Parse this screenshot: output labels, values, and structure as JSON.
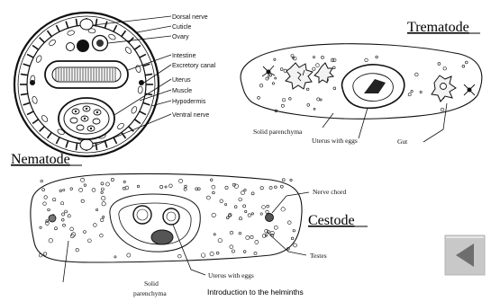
{
  "nematode_cross_section": {
    "labels": [
      "Dorsal nerve",
      "Cuticle",
      "Ovary",
      "Intestine",
      "Excretory canal",
      "Uterus",
      "Muscle",
      "Hypodermis",
      "Ventral nerve"
    ]
  },
  "headings": {
    "trematode": "Trematode",
    "nematode": "Nematode",
    "cestode": "Cestode"
  },
  "trematode_labels": {
    "solid_parenchyma": "Solid parenchyma",
    "uterus_with_eggs": "Uterus with eggs",
    "gut": "Gut"
  },
  "cestode_labels": {
    "nerve_chord": "Nerve chord",
    "testes": "Testes",
    "uterus_with_eggs": "Uterus with eggs",
    "solid_line1": "Solid",
    "solid_line2": "parenchyma"
  },
  "footer": {
    "caption": "Introduction to the helminths"
  },
  "nav": {
    "back_icon": "triangle-left-icon",
    "button_color": "#c8c8c8",
    "arrow_color": "#6e6e6e"
  }
}
